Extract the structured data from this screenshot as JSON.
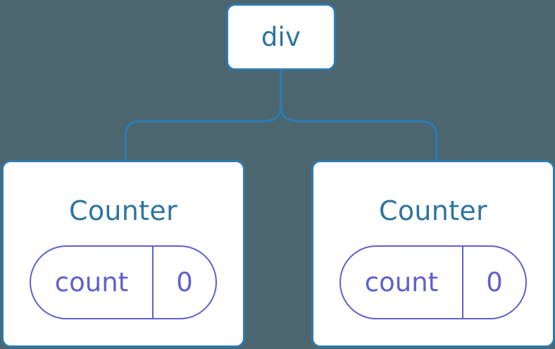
{
  "diagram": {
    "type": "component-tree",
    "background_color": "#4c6670",
    "node_border_color": "#2d7ab0",
    "node_text_color": "#2e74a0",
    "state_accent_color": "#5f5fd1",
    "root": {
      "label": "div"
    },
    "children": [
      {
        "label": "Counter",
        "state": {
          "key": "count",
          "value": "0"
        }
      },
      {
        "label": "Counter",
        "state": {
          "key": "count",
          "value": "0"
        }
      }
    ]
  }
}
